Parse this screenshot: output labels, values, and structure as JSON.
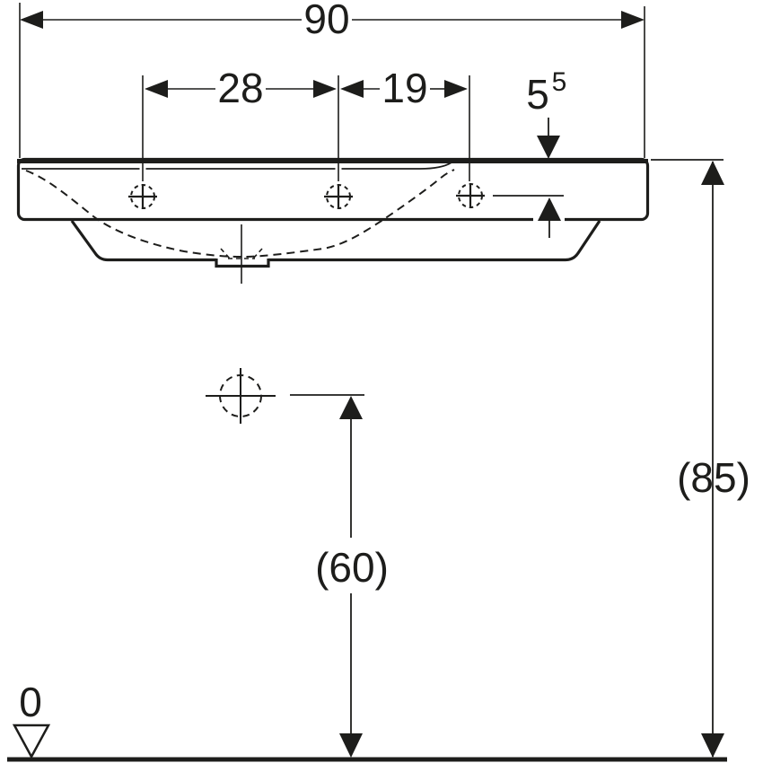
{
  "colors": {
    "line": "#1d1d1b",
    "background": "#ffffff"
  },
  "dimensions": {
    "overall_width": "90",
    "hole_spacing_left": "28",
    "hole_spacing_right": "19",
    "tap_hole_offset_value": "5",
    "tap_hole_offset_superscript": "5",
    "total_height": "(85)",
    "mounting_height": "(60)",
    "floor_datum": "0"
  }
}
